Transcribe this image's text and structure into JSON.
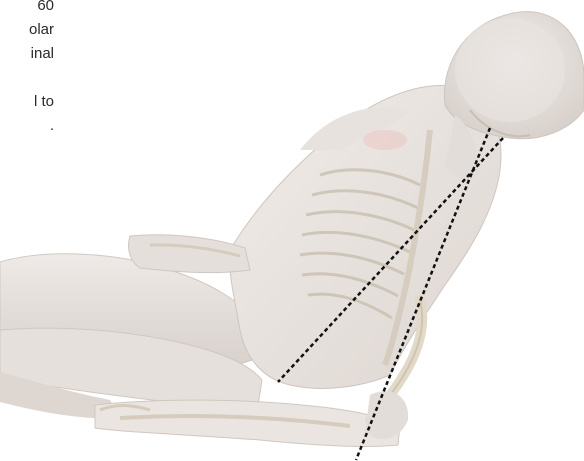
{
  "caption": {
    "lines": [
      "60",
      "olar",
      "inal",
      "",
      "l  to",
      "."
    ]
  },
  "figure": {
    "skin_color": "#ece7e4",
    "bone_color": "#d9d1c3",
    "guide_line_color": "#111111"
  }
}
